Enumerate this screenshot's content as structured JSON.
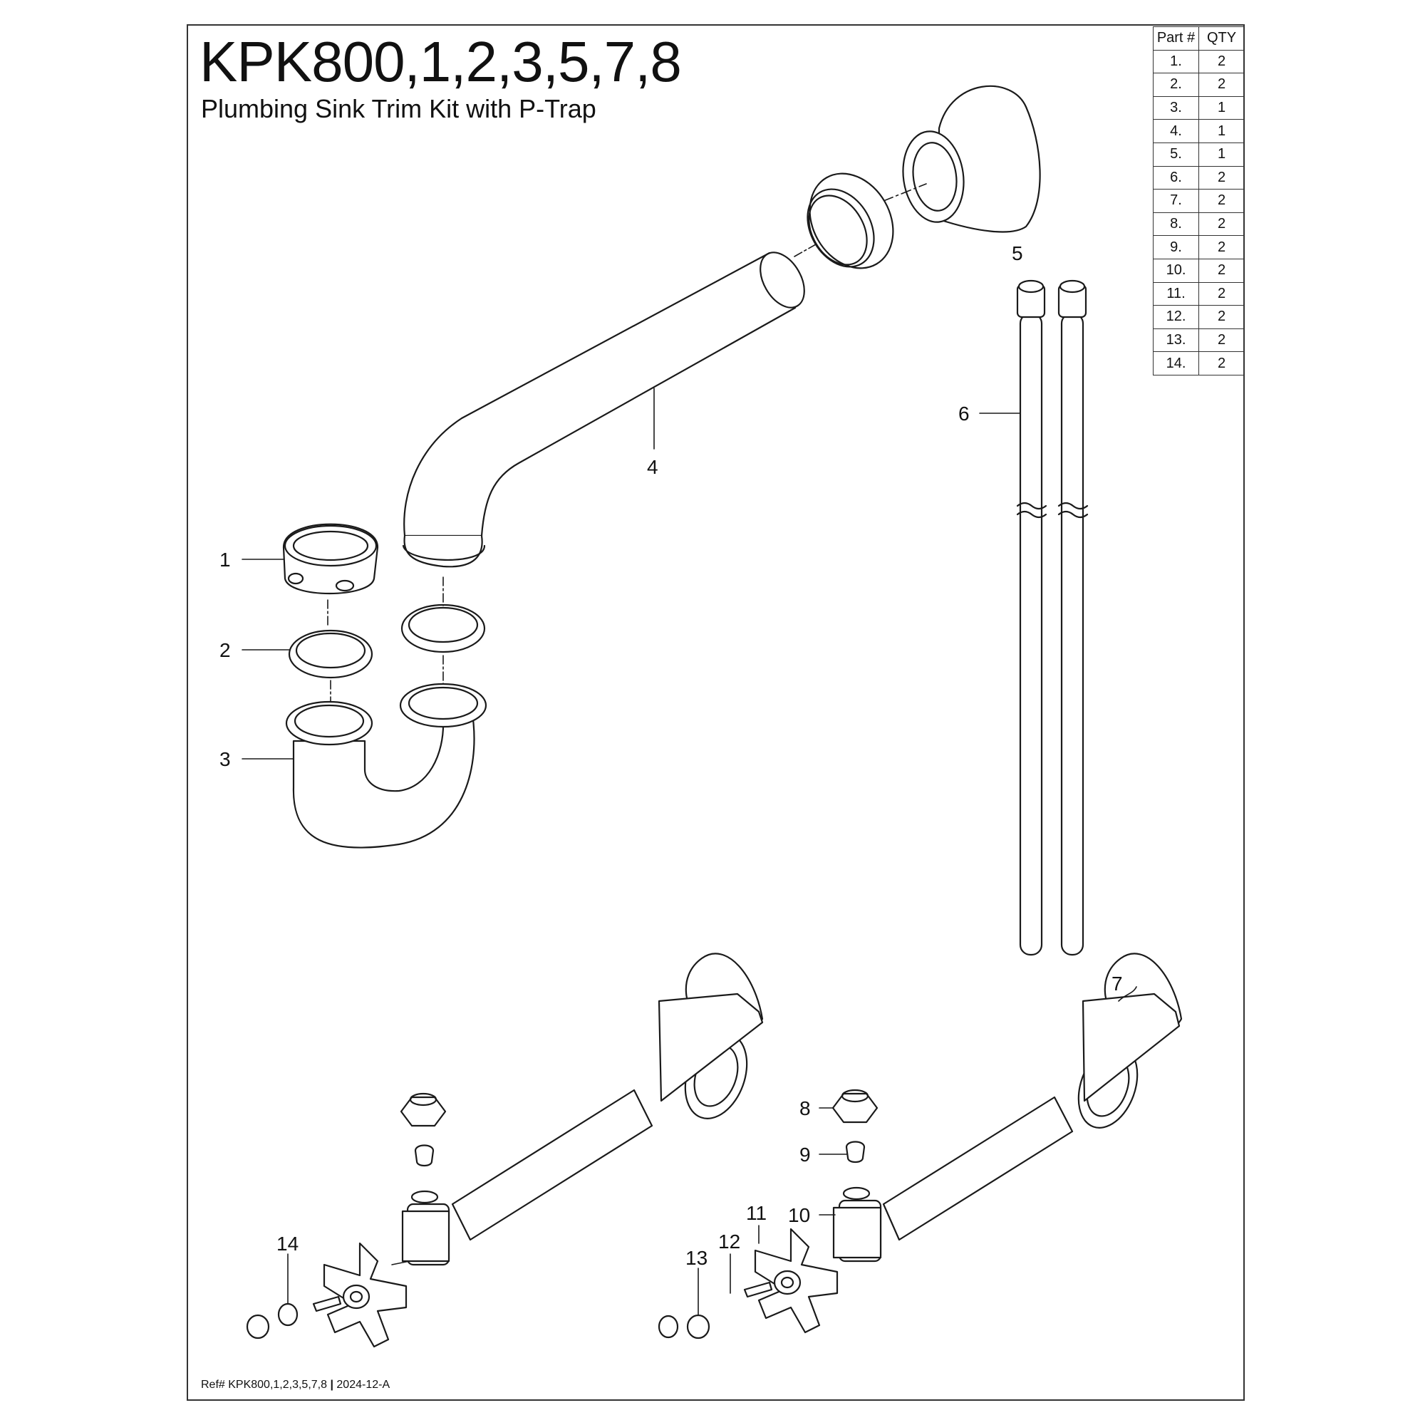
{
  "header": {
    "title": "KPK800,1,2,3,5,7,8",
    "subtitle": "Plumbing Sink Trim Kit with P-Trap"
  },
  "parts_table": {
    "headers": [
      "Part #",
      "QTY"
    ],
    "rows": [
      [
        "1.",
        "2"
      ],
      [
        "2.",
        "2"
      ],
      [
        "3.",
        "1"
      ],
      [
        "4.",
        "1"
      ],
      [
        "5.",
        "1"
      ],
      [
        "6.",
        "2"
      ],
      [
        "7.",
        "2"
      ],
      [
        "8.",
        "2"
      ],
      [
        "9.",
        "2"
      ],
      [
        "10.",
        "2"
      ],
      [
        "11.",
        "2"
      ],
      [
        "12.",
        "2"
      ],
      [
        "13.",
        "2"
      ],
      [
        "14.",
        "2"
      ]
    ]
  },
  "callouts": [
    "1",
    "2",
    "3",
    "4",
    "5",
    "6",
    "7",
    "8",
    "9",
    "10",
    "11",
    "12",
    "13",
    "14"
  ],
  "footer": {
    "ref_label": "Ref# KPK800,1,2,3,5,7,8",
    "separator": "|",
    "revision": "2024-12-A"
  }
}
